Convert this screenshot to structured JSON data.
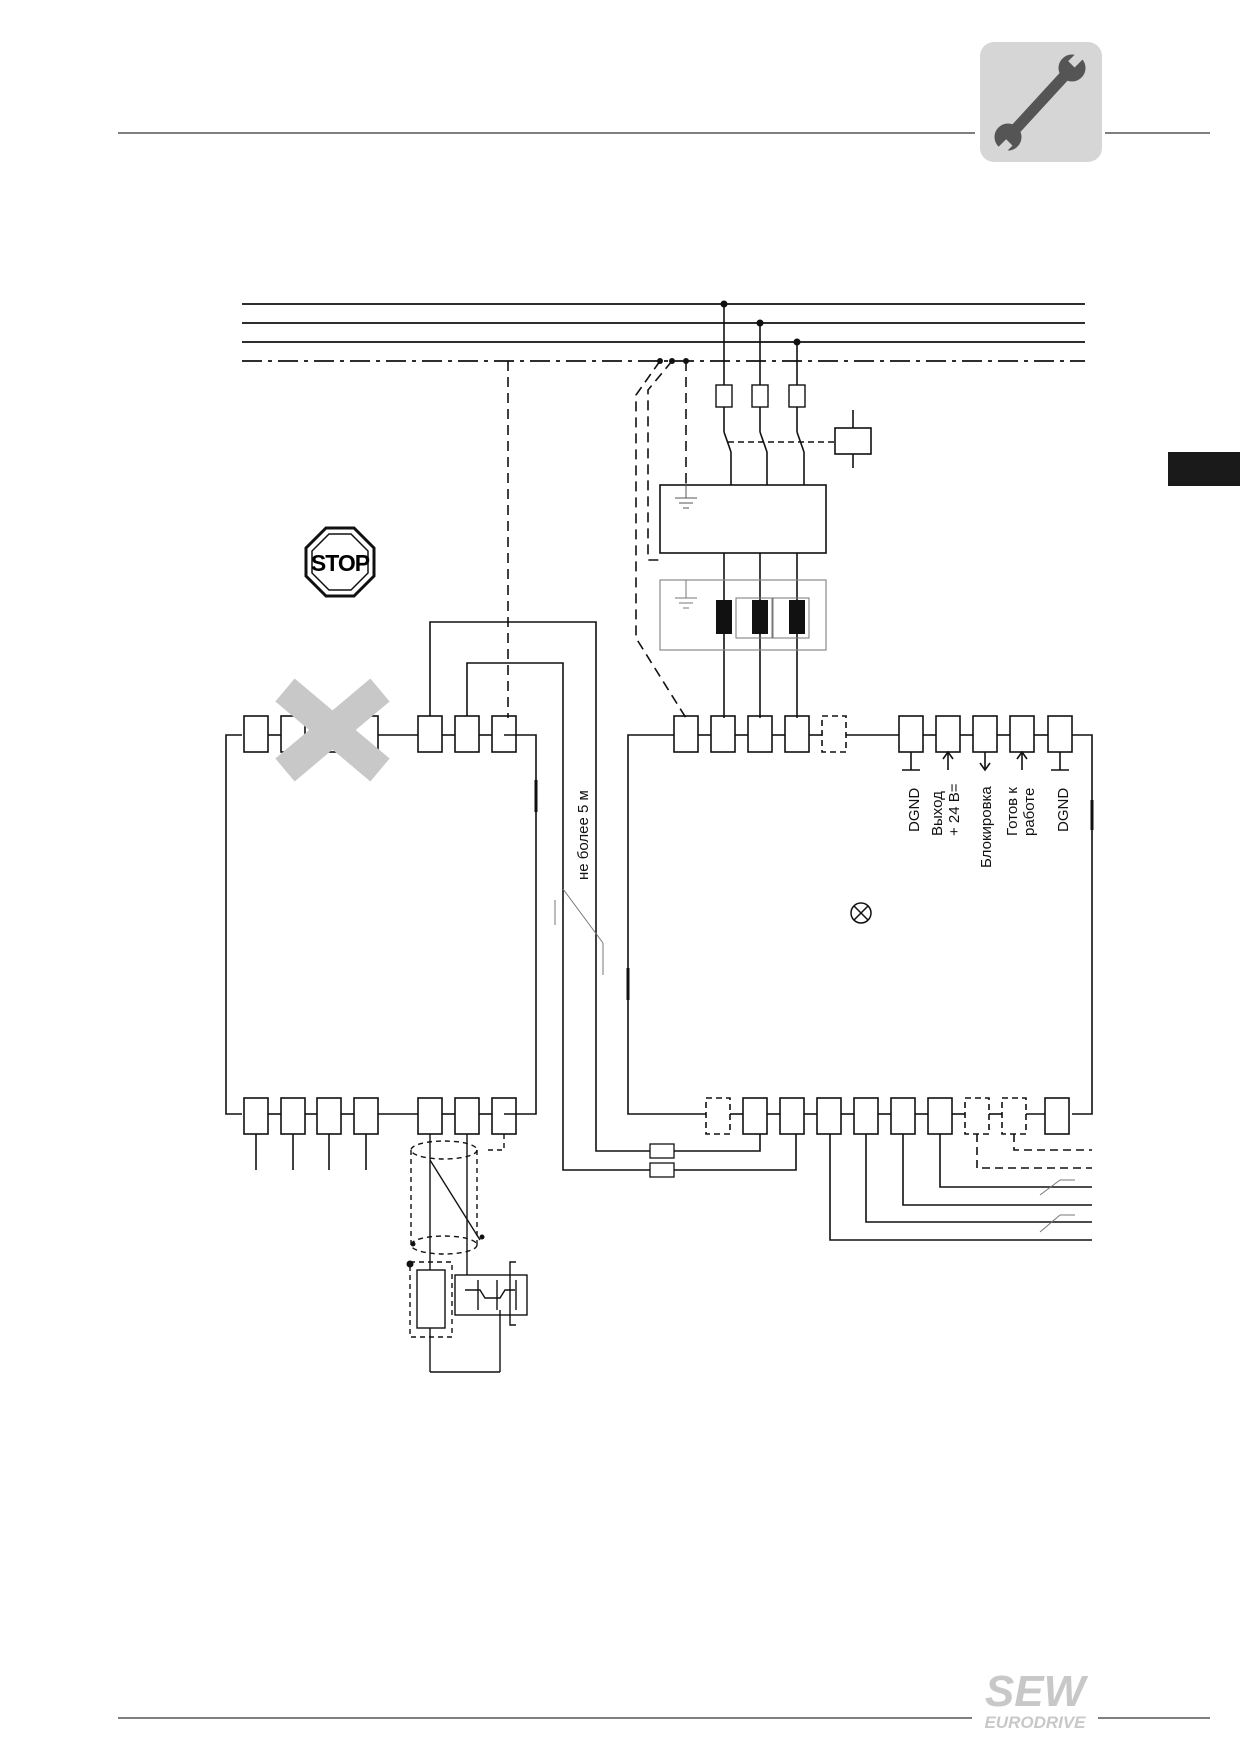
{
  "header": {
    "icon": "wrench-icon",
    "icon_bg": "#d6d6d6",
    "icon_color": "#555555"
  },
  "side_tab": {
    "color": "#1a1a1a"
  },
  "stop_sign": {
    "label": "STOP"
  },
  "cable_note": {
    "label": "не более 5 м"
  },
  "terminal_labels": [
    {
      "id": "dgnd-1",
      "lines": [
        "DGND"
      ]
    },
    {
      "id": "out-24v",
      "lines": [
        "Выход",
        "+ 24 В="
      ]
    },
    {
      "id": "block",
      "lines": [
        "Блокировка"
      ]
    },
    {
      "id": "ready",
      "lines": [
        "Готов к",
        "работе"
      ]
    },
    {
      "id": "dgnd-2",
      "lines": [
        "DGND"
      ]
    }
  ],
  "footer": {
    "logo_main": "SEW",
    "logo_sub": "EURODRIVE",
    "logo_color": "#c8c8c8"
  }
}
